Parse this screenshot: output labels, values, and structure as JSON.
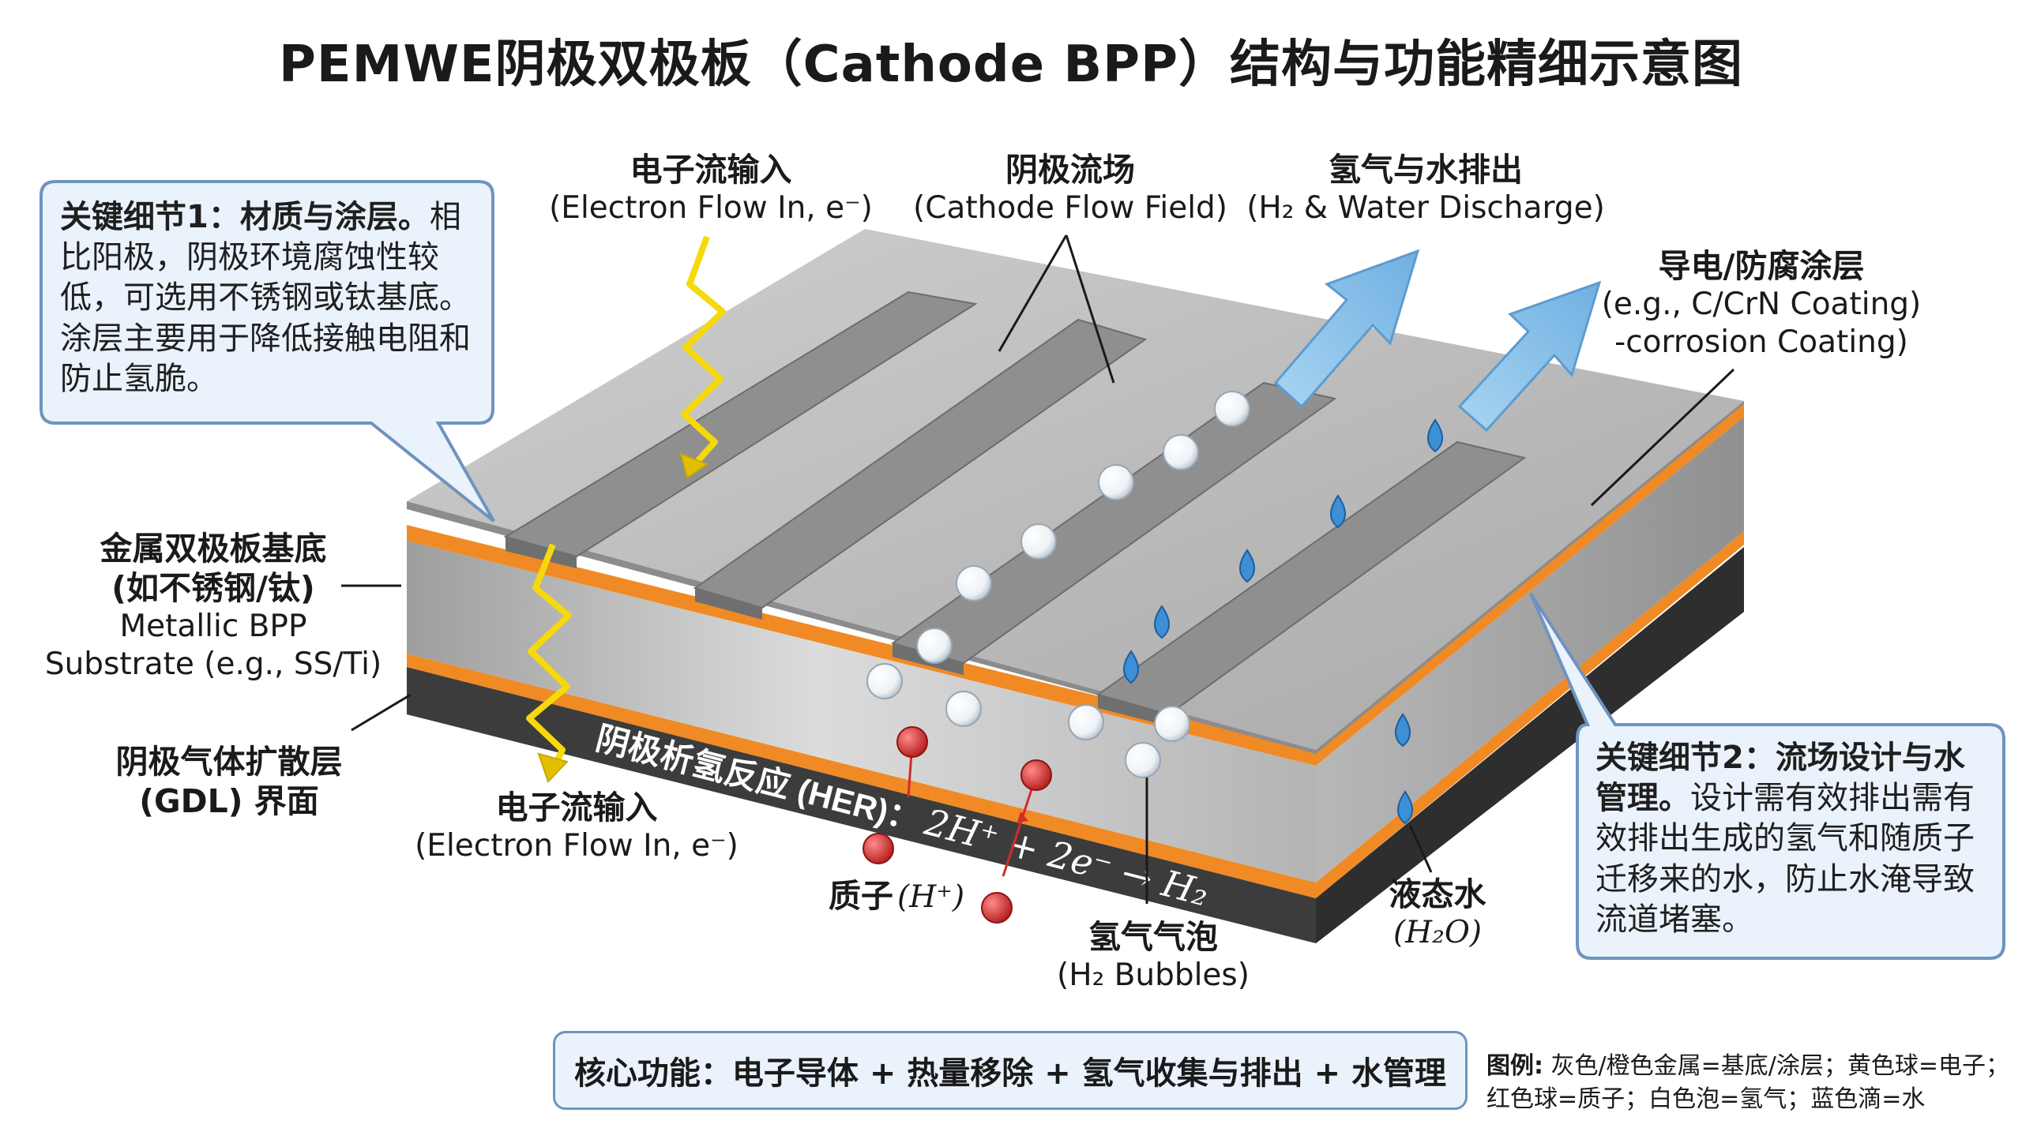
{
  "title": "PEMWE阴极双极板（Cathode BPP）结构与功能精细示意图",
  "labels": {
    "electron_in_top": {
      "zh": "电子流输入",
      "en": "(Electron Flow In, e⁻)"
    },
    "flow_field": {
      "zh": "阴极流场",
      "en": "(Cathode Flow Field)"
    },
    "h2_water_out": {
      "zh": "氢气与水排出",
      "en": "(H₂ & Water Discharge)"
    },
    "coating": {
      "zh": "导电/防腐涂层",
      "en1": "(e.g., C/CrN Coating)",
      "en2": "-corrosion Coating)"
    },
    "substrate": {
      "zh1": "金属双极板基底",
      "zh2": "(如不锈钢/钛)",
      "en1": "Metallic BPP",
      "en2": "Substrate (e.g., SS/Ti)"
    },
    "gdl": {
      "zh1": "阴极气体扩散层",
      "zh2": "(GDL) 界面"
    },
    "electron_in_bottom": {
      "zh": "电子流输入",
      "en": "(Electron Flow In, e⁻)"
    },
    "proton": {
      "zh": "质子",
      "sym": "(H⁺)"
    },
    "bubbles": {
      "zh": "氢气气泡",
      "en": "(H₂ Bubbles)"
    },
    "liquid_water": {
      "zh": "液态水",
      "sym": "(H₂O)"
    },
    "her": {
      "zh": "阴极析氢反应 (HER)：",
      "eq": "2H⁺ + 2e⁻ → H₂"
    }
  },
  "callouts": {
    "detail1": {
      "heading": "关键细节1：材质与涂层。",
      "body": "相比阳极，阴极环境腐蚀性较低，可选用不锈钢或钛基底。涂层主要用于降低接触电阻和防止氢脆。"
    },
    "detail2": {
      "heading": "关键细节2：流场设计与水管理。",
      "body": "设计需有效排出需有效排出生成的氢气和随质子迁移来的水，防止水淹导致流道堵塞。"
    }
  },
  "footer": {
    "core_function": "核心功能：电子导体 + 热量移除 + 氢气收集与排出 + 水管理"
  },
  "legend": {
    "title": "图例:",
    "line1": "灰色/橙色金属=基底/涂层；黄色球=电子；",
    "line2": "红色球=质子；白色泡=氢气；蓝色滴=水"
  },
  "colors": {
    "top_face": "#b9b9b9",
    "front_face": "#c4c4c4",
    "side_face": "#a9a9a9",
    "coating": "#f08a24",
    "gdl": "#3f3f3f",
    "electron": "#f5d90a",
    "proton": "#d42a2a",
    "water": "#3d8fd6",
    "arrow": "#8cc3ea",
    "callout_fill": "#eaf2fb",
    "callout_stroke": "#6f93c0"
  }
}
